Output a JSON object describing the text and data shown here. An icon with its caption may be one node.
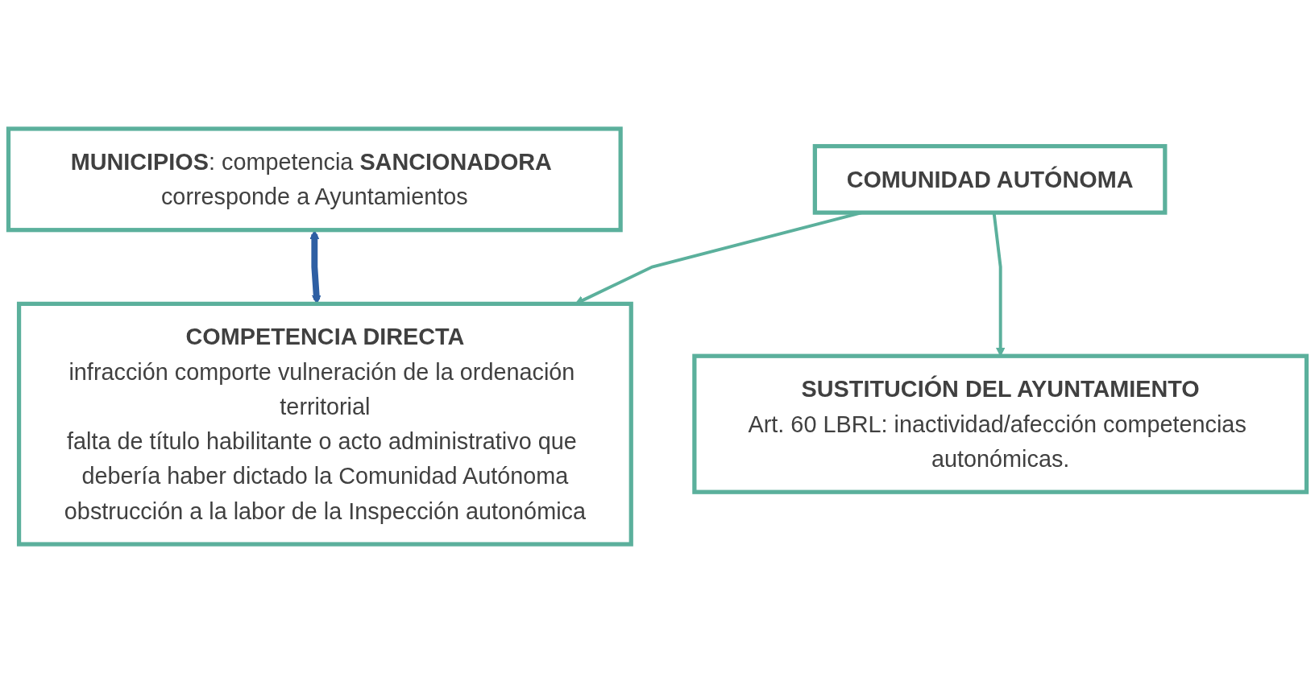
{
  "diagram": {
    "nodes": [
      {
        "text": [
          "**MUNICIPIOS**: competencia **SANCIONADORA** corresponde a Ayuntamientos"
        ]
      },
      {
        "text": [
          "COMUNIDAD AUTÓNOMA"
        ]
      },
      {
        "text": [
          "COMPETENCIA DIRECTA",
          "infracción comporte vulneración de la ordenación territorial",
          "falta de título habilitante o acto administrativo que debería haber dictado la Comunidad Autónoma",
          "obstrucción a la labor de la Inspección autonómica"
        ]
      },
      {
        "text": [
          "SUSTITUCIÓN DEL AYUNTAMIENTO",
          "Art. 60 LBRL: inactividad/afección competencias autonómicas."
        ]
      }
    ],
    "edges": [
      {
        "from": 0,
        "to": 2,
        "arrow": "both",
        "style": "thick",
        "color": "#2e5fa3"
      },
      {
        "from": 1,
        "to": 2,
        "arrow": "to"
      },
      {
        "from": 1,
        "to": 3,
        "arrow": "to"
      }
    ]
  }
}
